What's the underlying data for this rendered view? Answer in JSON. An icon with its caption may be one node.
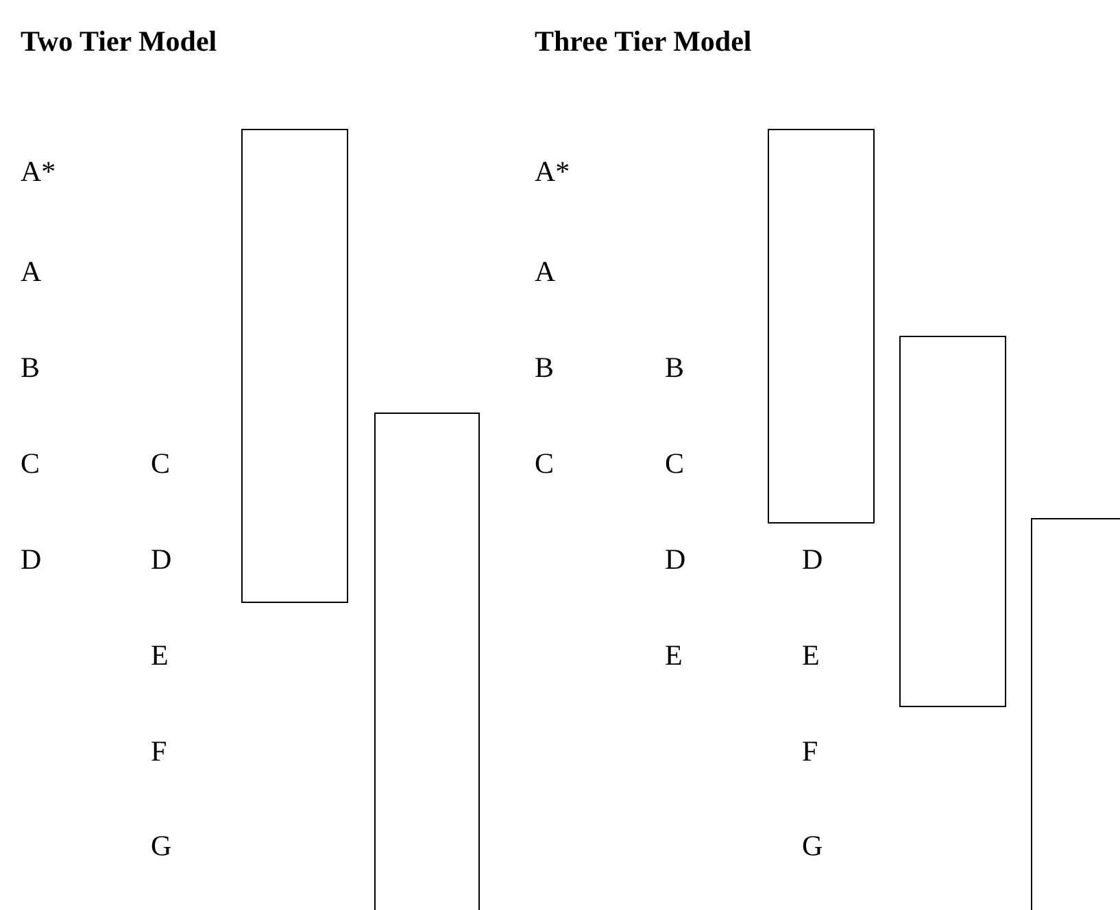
{
  "diagram": {
    "nodes": [
      {
        "text": [],
        "shape": "box"
      },
      {
        "text": [],
        "shape": "box"
      },
      {
        "text": [],
        "shape": "box"
      },
      {
        "text": [],
        "shape": "box"
      },
      {
        "text": [],
        "shape": "box"
      }
    ],
    "edges": [],
    "labels": [
      "Two Tier Model",
      "Three Tier Model",
      "A*",
      "A*",
      "A",
      "A",
      "B",
      "B",
      "B",
      "C",
      "C",
      "C",
      "C",
      "D",
      "D",
      "D",
      "D",
      "E",
      "E",
      "E",
      "F",
      "F",
      "G",
      "G"
    ]
  }
}
